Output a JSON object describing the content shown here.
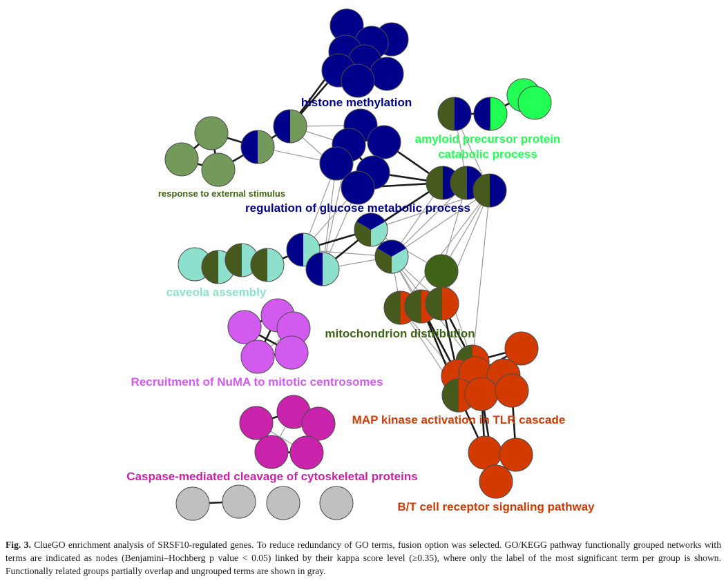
{
  "colors": {
    "histone": "#00008b",
    "amyloid": "#22ff55",
    "glucose": "#00008b",
    "external": "#739a5a",
    "olive": "#475a1e",
    "caveola": "#8de0cc",
    "mitochondrion": "#3f6317",
    "numa": "#d25aee",
    "caspase": "#c823aa",
    "map": "#d23a00",
    "ungrouped": "#c0c0c0",
    "ungrouped_rim": "#8a8a28"
  },
  "labels": {
    "histone": "histone methylation",
    "amyloid_1": "amyloid precursor protein",
    "amyloid_2": "catabolic process",
    "external": "response to external stimulus",
    "glucose": "regulation of glucose metabolic process",
    "caveola": "caveola assembly",
    "mitochondrion": "mitochondrion distribution",
    "numa": "Recruitment of NuMA to mitotic centrosomes",
    "map": "MAP kinase activation in TLR cascade",
    "caspase": "Caspase-mediated cleavage of cytoskeletal proteins",
    "bt": "B/T cell receptor signaling pathway"
  },
  "caption": {
    "label": "Fig. 3.",
    "text": "ClueGO enrichment analysis of SRSF10-regulated genes. To reduce redundancy of GO terms, fusion option was selected. GO/KEGG pathway functionally grouped networks with terms are indicated as nodes (Benjamini–Hochberg p value < 0.05) linked by their kappa score level (≥0.35), where only the label of the most significant term per group is shown. Functionally related groups partially overlap and ungrouped terms are shown in gray."
  }
}
